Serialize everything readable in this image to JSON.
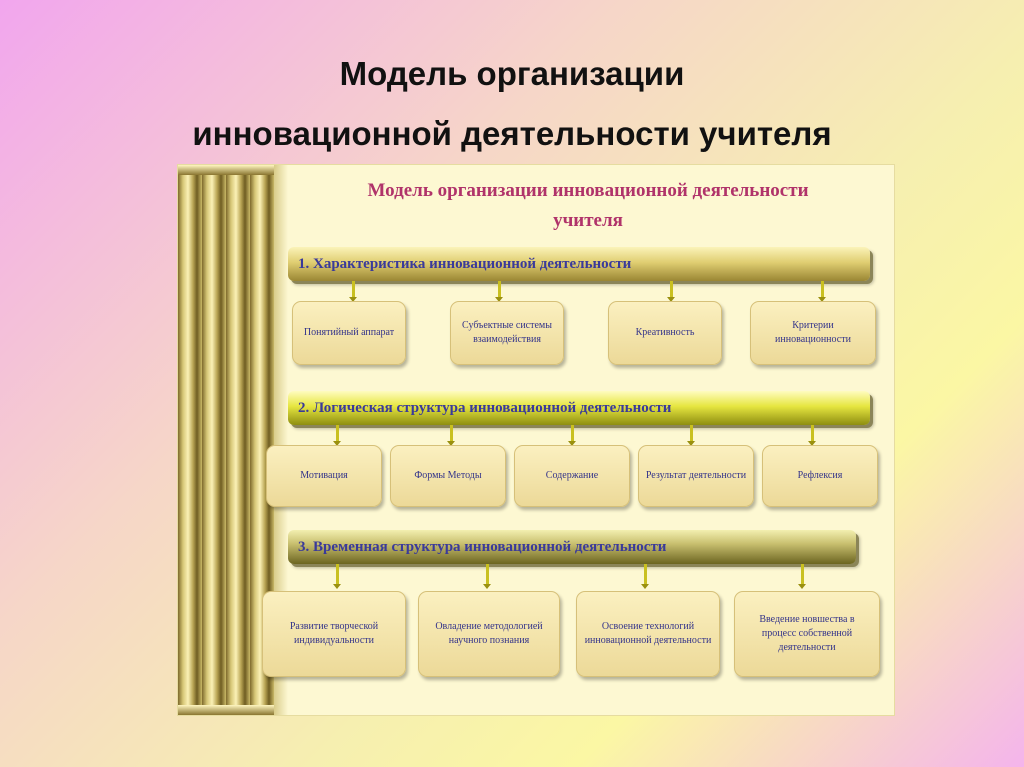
{
  "slide": {
    "title_line1": "Модель организации",
    "title_line2": "инновационной деятельности учителя"
  },
  "diagram": {
    "title_line1": "Модель организации инновационной деятельности",
    "title_line2": "учителя",
    "sections": [
      {
        "heading": "1. Характеристика инновационной деятельности",
        "items": [
          "Понятийный аппарат",
          "Субъектные системы взаимодействия",
          "Креативность",
          "Критерии инновационности"
        ]
      },
      {
        "heading": "2. Логическая структура инновационной деятельности",
        "items": [
          "Мотивация",
          "Формы Методы",
          "Содержание",
          "Результат деятельности",
          "Рефлексия"
        ]
      },
      {
        "heading": "3. Временная структура инновационной деятельности",
        "items": [
          "Развитие творческой индивидуальности",
          "Овладение методологией научного познания",
          "Освоение технологий инновационной деятельности",
          "Введение новшества в процесс собственной деятельности"
        ]
      }
    ]
  },
  "colors": {
    "diagram_title": "#b0336a",
    "text": "#3a3a9a",
    "panel_bg": "#fdf8d2"
  }
}
